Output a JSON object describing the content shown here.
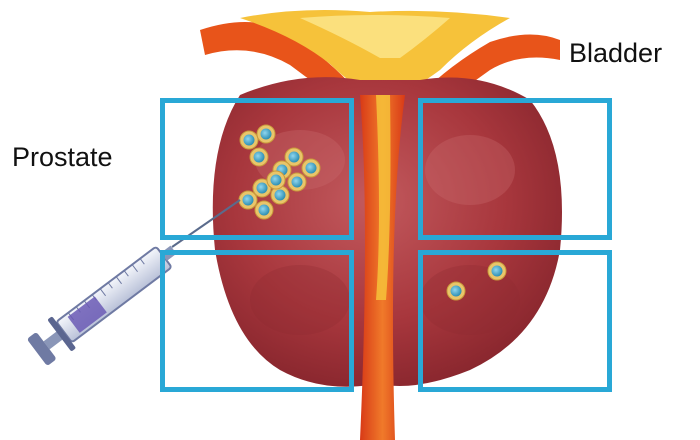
{
  "labels": {
    "bladder": "Bladder",
    "prostate": "Prostate"
  },
  "colors": {
    "quadrant_outline": "#29a8d6",
    "prostate_tissue": "#a8373d",
    "urethra": "#e8541a",
    "bladder_neck": "#f6c23a",
    "cell_core": "#2e8fb3",
    "cell_ring": "#e9c56a"
  },
  "icons": {
    "injector": "syringe-icon",
    "cell": "cell-icon"
  },
  "cell_clusters": {
    "upper_left_quadrant": 12,
    "lower_right_quadrant": 2
  }
}
